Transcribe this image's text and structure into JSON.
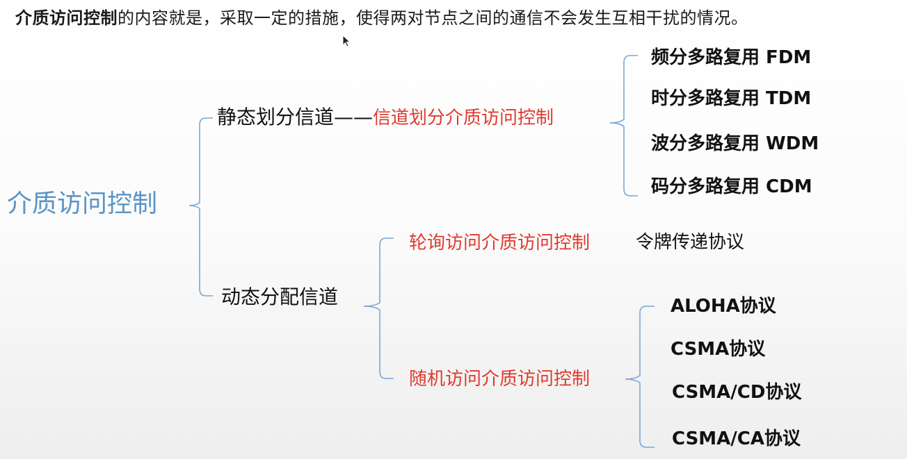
{
  "intro": {
    "term": "介质访问控制",
    "rest": "的内容就是，采取一定的措施，使得两对节点之间的通信不会发生互相干扰的情况。"
  },
  "root": {
    "label": "介质访问控制"
  },
  "static": {
    "label": "静态划分信道——",
    "red_label": "信道划分介质访问控制",
    "children": [
      "频分多路复用 FDM",
      "时分多路复用 TDM",
      "波分多路复用 WDM",
      "码分多路复用 CDM"
    ]
  },
  "dynamic": {
    "label": "动态分配信道",
    "polling": {
      "label": "轮询访问介质访问控制",
      "protocol": "令牌传递协议"
    },
    "random": {
      "label": "随机访问介质访问控制",
      "children": [
        "ALOHA协议",
        "CSMA协议",
        "CSMA/CD协议",
        "CSMA/CA协议"
      ]
    }
  },
  "colors": {
    "root": "#5b93c8",
    "line": "#7aa6d4",
    "red": "#e03a2e",
    "orange": "#d88640"
  }
}
